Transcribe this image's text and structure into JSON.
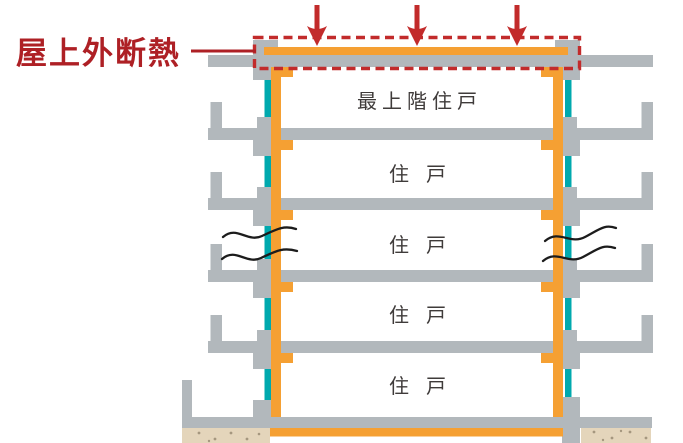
{
  "diagram": {
    "title_label": "屋上外断熱",
    "floors": [
      {
        "label": "最上階住戸"
      },
      {
        "label": "住戸"
      },
      {
        "label": "住戸"
      },
      {
        "label": "住戸"
      },
      {
        "label": "住戸"
      }
    ],
    "arrow_count": 3
  },
  "colors": {
    "label_red": "#AE2025",
    "accent_red": "#C22B2B",
    "insulation_orange": "#F5A033",
    "structure_gray": "#B2B8BC",
    "exterior_teal": "#00A9AE",
    "ground_beige": "#E4D5BB",
    "ground_speckle": "#A5977F",
    "floor_text": "#3F3B3A",
    "wave_black": "#1C1C1C"
  }
}
